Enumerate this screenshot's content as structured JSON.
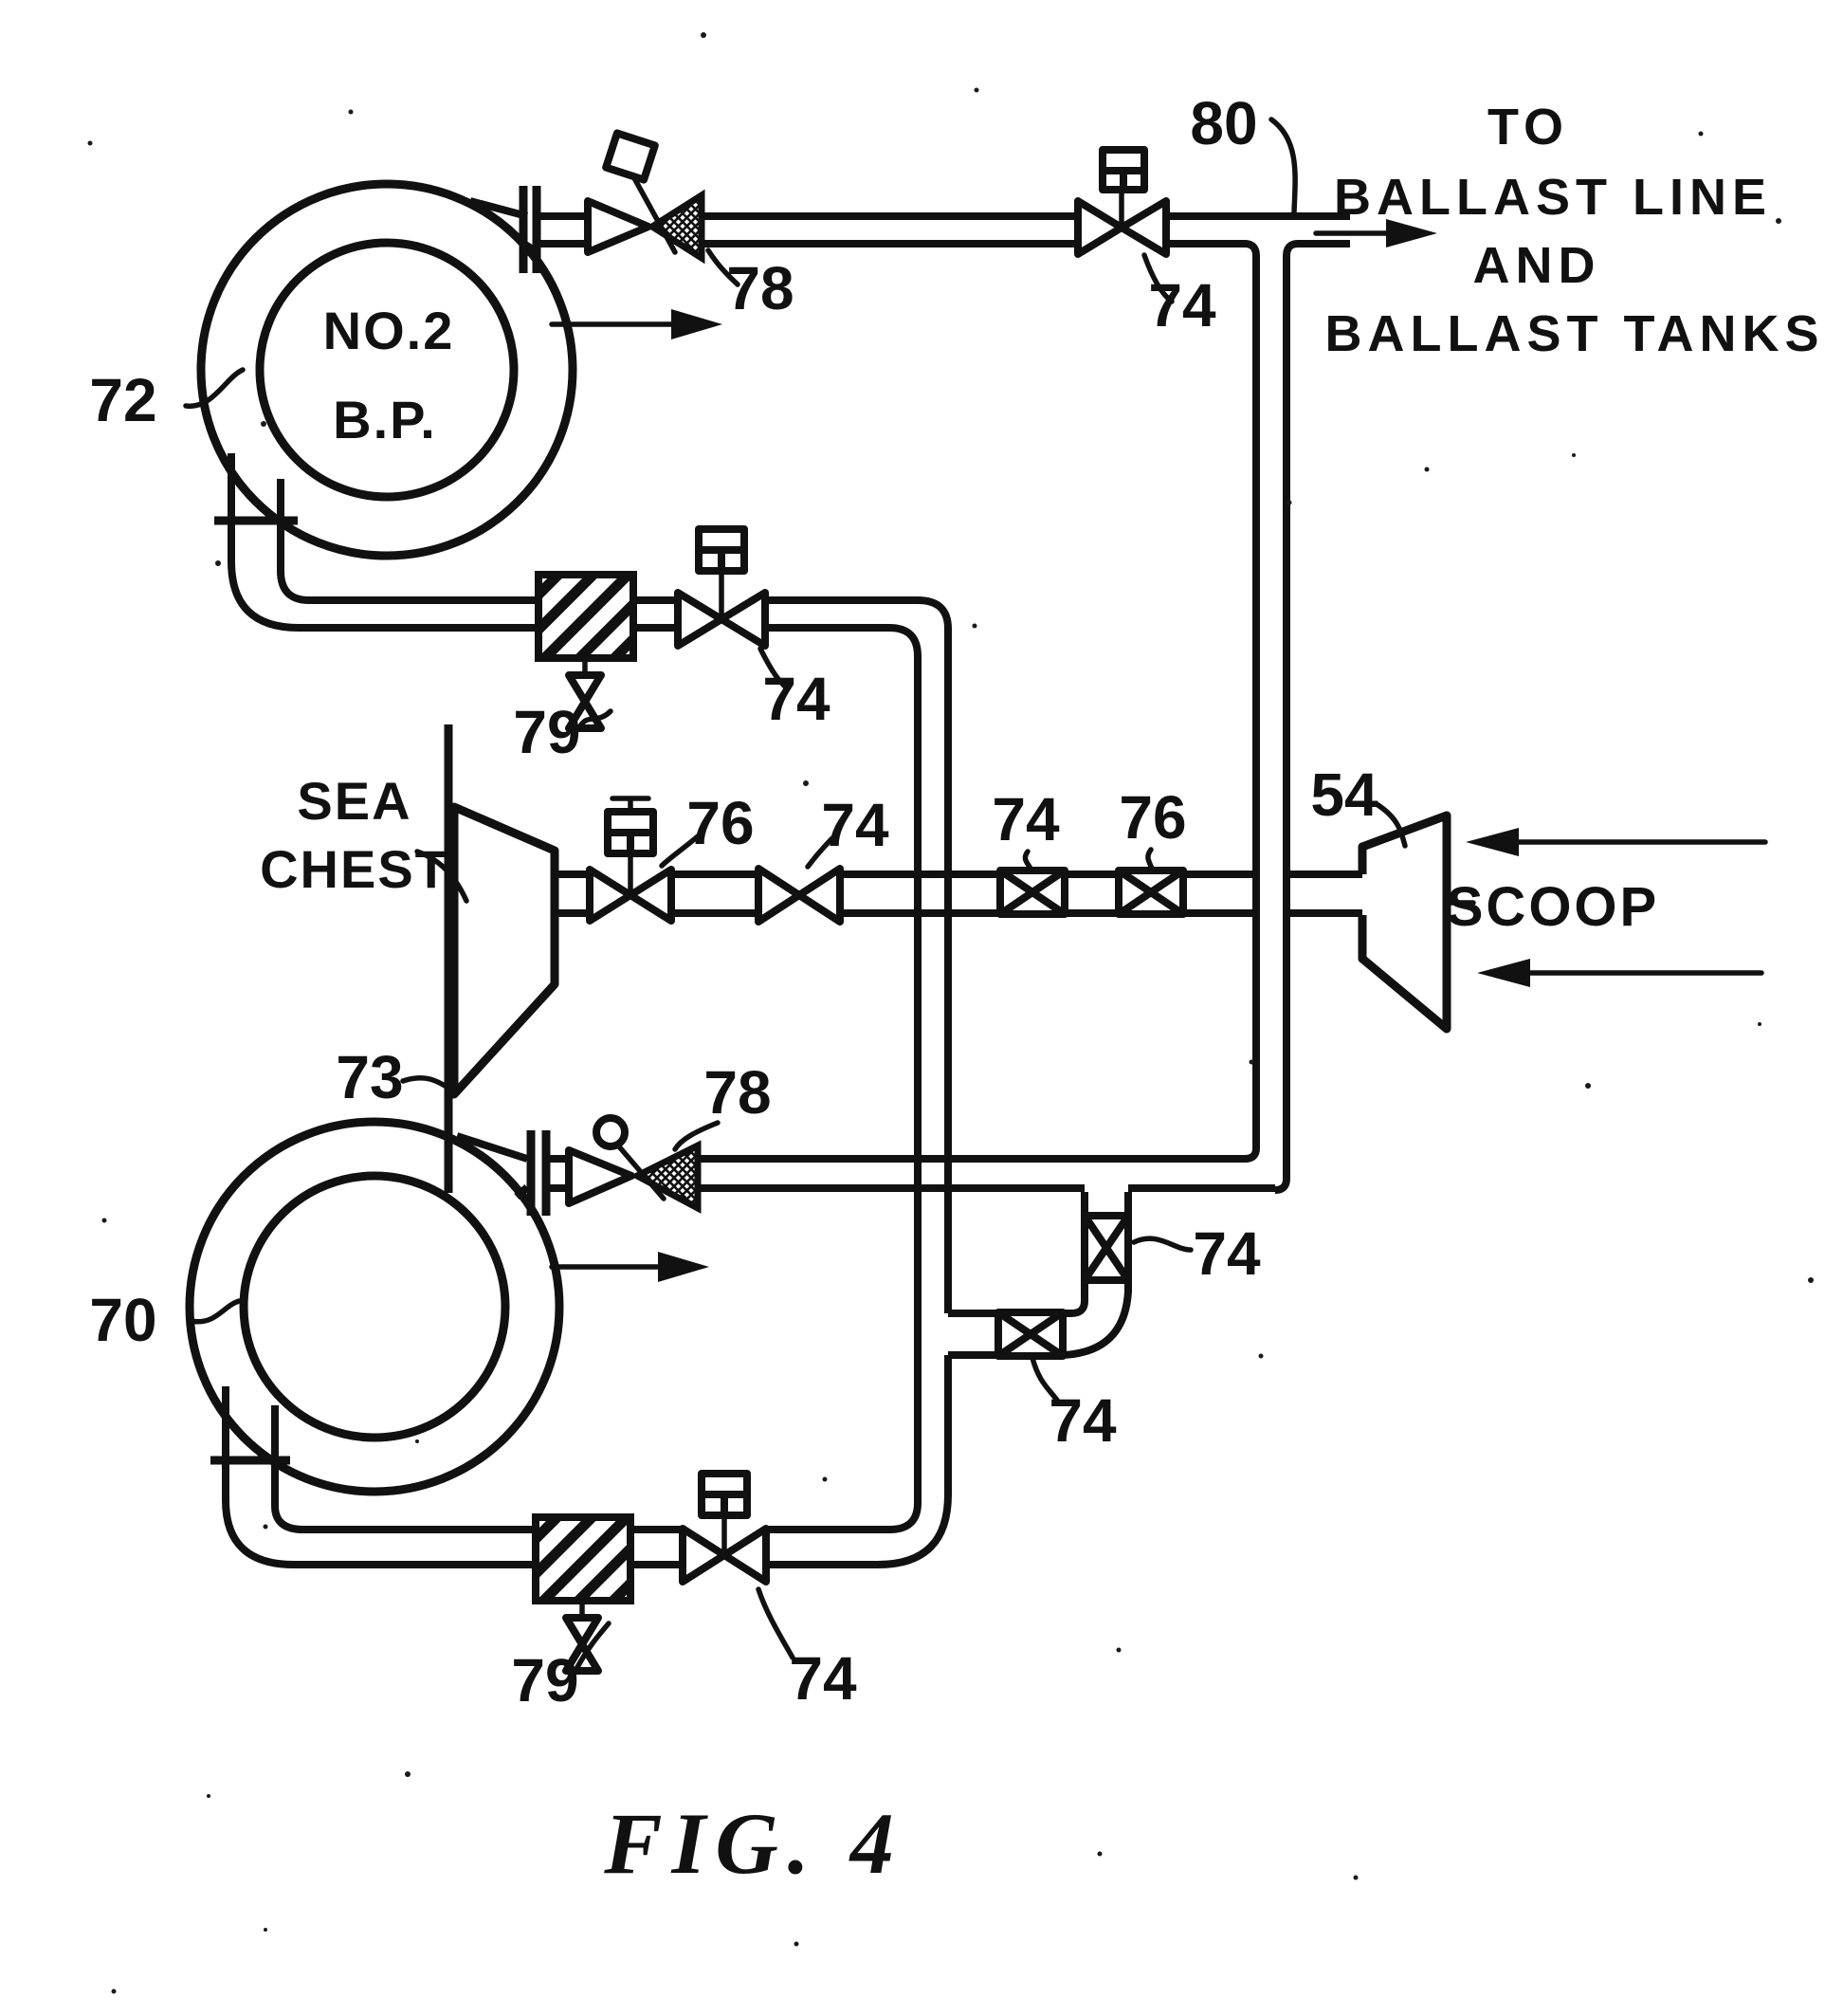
{
  "figure": {
    "caption": "FIG. 4"
  },
  "colors": {
    "ink": "#111111",
    "paper": "#ffffff"
  },
  "pump_top": {
    "label_line1": "NO.2",
    "label_line2": "B.P.",
    "ref": "72"
  },
  "pump_bottom": {
    "ref": "70"
  },
  "sea_chest": {
    "label_line1": "SEA",
    "label_line2": "CHEST",
    "ref": "73"
  },
  "scoop": {
    "label": "SCOOP",
    "ref": "54"
  },
  "destination": {
    "line1": "TO",
    "line2": "BALLAST LINE",
    "line3": "AND",
    "line4": "BALLAST TANKS",
    "ref": "80"
  },
  "refs": {
    "check_valve": "78",
    "gate_valve": "74",
    "boxed_valve": "76",
    "strainer_drain": "79"
  }
}
